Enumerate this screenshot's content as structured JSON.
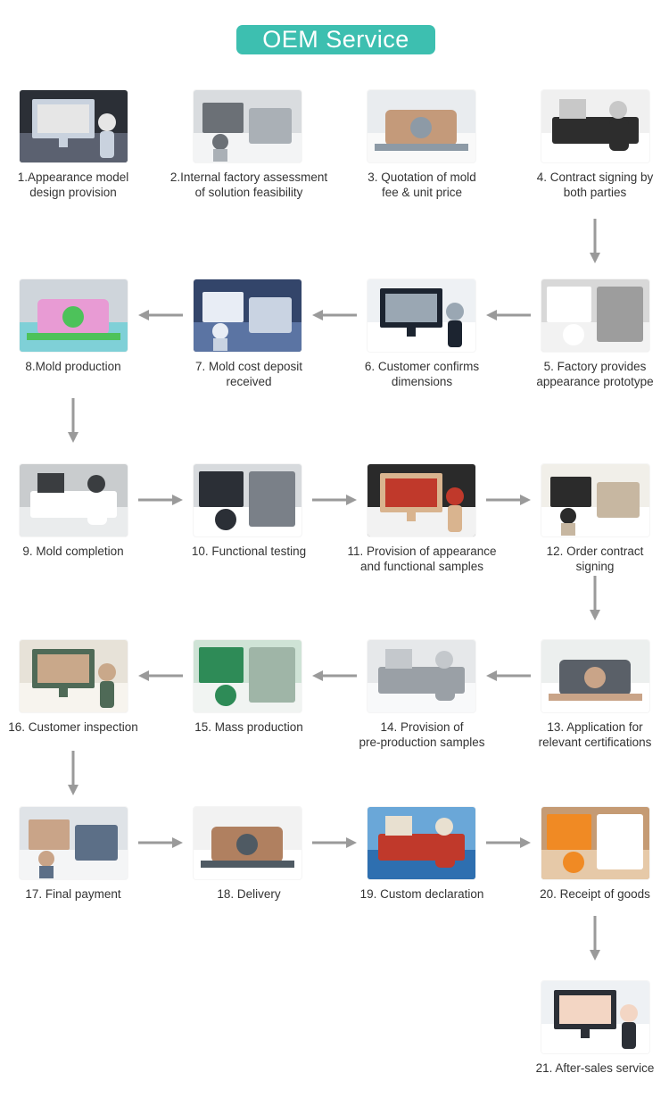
{
  "title": "OEM Service",
  "steps": [
    {
      "l1": "1.Appearance model",
      "l2": "design provision",
      "img": "designer-monitor-image"
    },
    {
      "l1": "2.Internal factory assessment",
      "l2": "of solution feasibility",
      "img": "meeting-room-image"
    },
    {
      "l1": "3. Quotation of mold",
      "l2": "fee & unit price",
      "img": "calculator-image"
    },
    {
      "l1": "4. Contract signing by",
      "l2": "both parties",
      "img": "signing-image"
    },
    {
      "l1": "5. Factory provides",
      "l2": "appearance prototype",
      "img": "prototype-image"
    },
    {
      "l1": "6. Customer confirms",
      "l2": "dimensions",
      "img": "office-monitor-image"
    },
    {
      "l1": "7. Mold cost deposit",
      "l2": "received",
      "img": "laptop-typing-image"
    },
    {
      "l1": "8.Mold production",
      "l2": "",
      "img": "mold-render-image"
    },
    {
      "l1": "9. Mold completion",
      "l2": "",
      "img": "mold-part-image"
    },
    {
      "l1": "10. Functional testing",
      "l2": "",
      "img": "lab-testing-image"
    },
    {
      "l1": "11. Provision of appearance",
      "l2": "and functional samples",
      "img": "sample-test-image"
    },
    {
      "l1": "12. Order contract",
      "l2": "signing",
      "img": "order-signing-image"
    },
    {
      "l1": "13. Application for",
      "l2": "relevant certifications",
      "img": "form-writing-image"
    },
    {
      "l1": "14. Provision of",
      "l2": "pre-production samples",
      "img": "sample-box-image"
    },
    {
      "l1": "15. Mass production",
      "l2": "",
      "img": "factory-line-image"
    },
    {
      "l1": "16. Customer inspection",
      "l2": "",
      "img": "inspection-image"
    },
    {
      "l1": "17. Final payment",
      "l2": "",
      "img": "card-payment-image"
    },
    {
      "l1": "18. Delivery",
      "l2": "",
      "img": "truck-image"
    },
    {
      "l1": "19. Custom declaration",
      "l2": "",
      "img": "port-image"
    },
    {
      "l1": "20. Receipt of goods",
      "l2": "",
      "img": "courier-image"
    },
    {
      "l1": "21. After-sales service",
      "l2": "",
      "img": "support-agent-image"
    }
  ],
  "colors": {
    "accent": "#3dbfb0",
    "arrow": "#9a9a9a",
    "text": "#333333"
  }
}
